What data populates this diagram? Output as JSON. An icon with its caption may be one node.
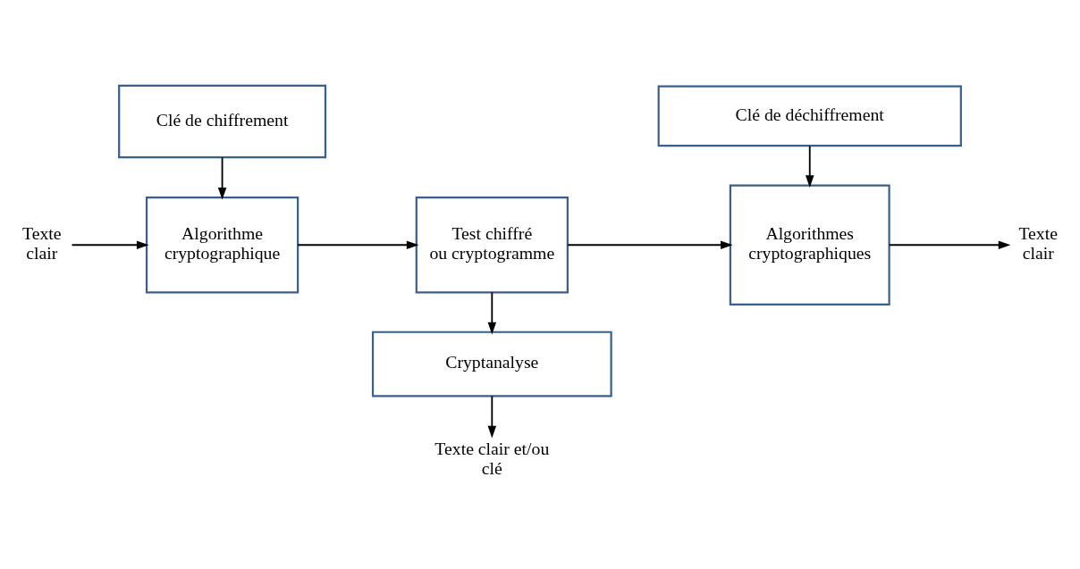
{
  "diagram": {
    "nodes": [
      {
        "text": [
          "Clé de chiffrement"
        ]
      },
      {
        "text": [
          "Texte clair"
        ]
      },
      {
        "text": [
          "Algorithme cryptographique"
        ]
      },
      {
        "text": [
          "Test chiffré ou cryptogramme"
        ]
      },
      {
        "text": [
          "Clé de déchiffrement"
        ]
      },
      {
        "text": [
          "Algorithmes cryptographiques"
        ]
      },
      {
        "text": [
          "Texte clair"
        ]
      },
      {
        "text": [
          "Cryptanalyse"
        ]
      },
      {
        "text": [
          "Texte clair et/ou clé"
        ]
      }
    ],
    "edges": [
      {
        "from": 0,
        "to": 2,
        "arrow": "to"
      },
      {
        "from": 1,
        "to": 2,
        "arrow": "to"
      },
      {
        "from": 2,
        "to": 3,
        "arrow": "to"
      },
      {
        "from": 3,
        "to": 5,
        "arrow": "to"
      },
      {
        "from": 4,
        "to": 5,
        "arrow": "to"
      },
      {
        "from": 5,
        "to": 6,
        "arrow": "to"
      },
      {
        "from": 3,
        "to": 7,
        "arrow": "to"
      },
      {
        "from": 7,
        "to": 8,
        "arrow": "to"
      }
    ]
  }
}
